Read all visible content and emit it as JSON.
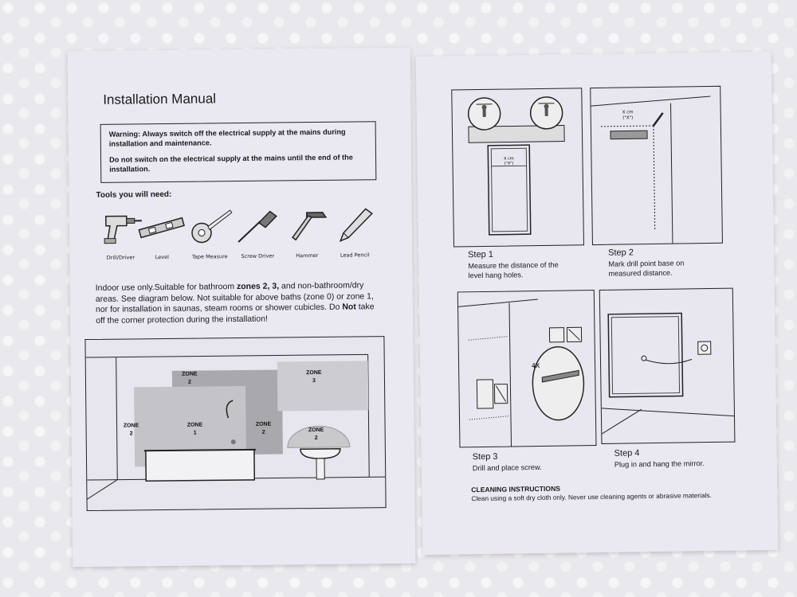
{
  "left_page": {
    "title": "Installation Manual",
    "warning": {
      "line1": "Warning: Always switch off the electrical supply at the mains during installation and maintenance.",
      "line2": "Do not switch on the electrical supply at the mains until the end of the installation."
    },
    "tools_title": "Tools you will need:",
    "tools": [
      {
        "label": "Drill/Driver",
        "icon": "drill-icon"
      },
      {
        "label": "Level",
        "icon": "level-icon"
      },
      {
        "label": "Tape Measure",
        "icon": "tape-measure-icon"
      },
      {
        "label": "Screw Driver",
        "icon": "screwdriver-icon"
      },
      {
        "label": "Hammer",
        "icon": "hammer-icon"
      },
      {
        "label": "Lead Pencil",
        "icon": "pencil-icon"
      }
    ],
    "intro": {
      "part1": "Indoor use only.Suitable for bathroom ",
      "zones_bold": "zones 2, 3,",
      "part2": " and non-bathroom/dry areas. See diagram below. Not suitable for above baths (zone 0) or zone 1, nor for installation in saunas, steam rooms or shower cubicles. Do ",
      "not_bold": "Not",
      "part3": " take off the corner protection during the installation!"
    },
    "zone_labels": {
      "zone_word": "ZONE",
      "z2_top": "2",
      "z3": "3",
      "z2_left": "2",
      "z1": "1",
      "z2_mid": "2",
      "z2_sink": "2"
    }
  },
  "right_page": {
    "steps": [
      {
        "title": "Step 1",
        "desc_l1": "Measure the distance of the",
        "desc_l2": "level hang holes.",
        "label_x": "X cm",
        "label_xx": "(\"X\")"
      },
      {
        "title": "Step 2",
        "desc_l1": "Mark drill point base on",
        "desc_l2": "measured distance.",
        "label_x": "X cm",
        "label_xx": "(\"X\")"
      },
      {
        "title": "Step 3",
        "desc_l1": "Drill and place screw.",
        "desc_l2": "",
        "label_4x": "4X"
      },
      {
        "title": "Step 4",
        "desc_l1": "Plug in and hang the mirror.",
        "desc_l2": ""
      }
    ],
    "cleaning_title": "CLEANING INSTRUCTIONS",
    "cleaning_text": "Clean using a soft dry cloth only. Never use cleaning agents or abrasive materials."
  }
}
